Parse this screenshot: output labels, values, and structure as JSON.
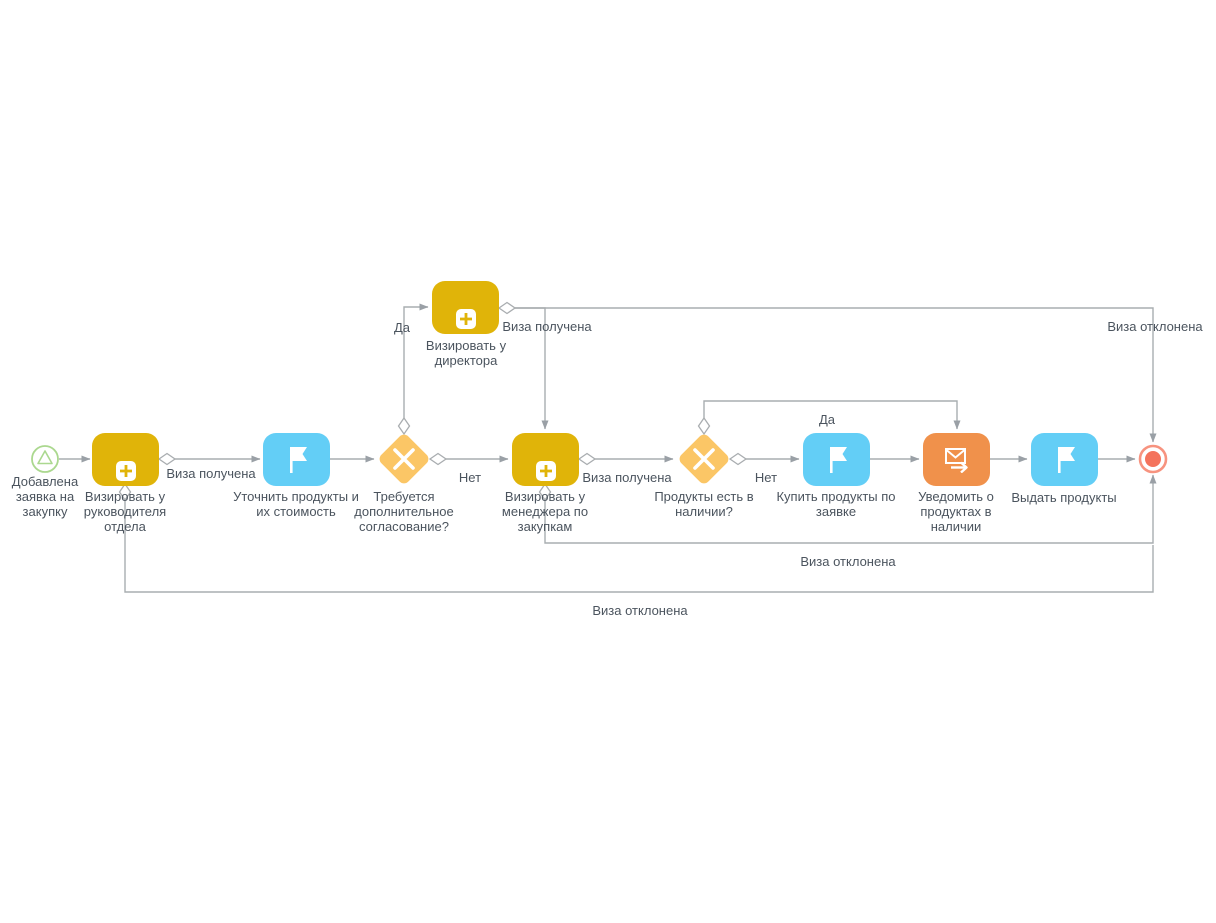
{
  "diagram": {
    "type": "bpmn-process",
    "nodes": {
      "start": {
        "label": "Добавлена заявка на закупку",
        "shape": "start-event"
      },
      "approve_head": {
        "label": "Визировать у руководителя отдела",
        "shape": "task",
        "icon": "plus-icon"
      },
      "clarify_products": {
        "label": "Уточнить продукты и их стоимость",
        "shape": "task",
        "icon": "flag-icon"
      },
      "need_approval_gw": {
        "label": "Требуется дополнительное согласование?",
        "shape": "exclusive-gateway"
      },
      "approve_director": {
        "label": "Визировать у директора",
        "shape": "task",
        "icon": "plus-icon"
      },
      "approve_manager": {
        "label": "Визировать у менеджера по закупкам",
        "shape": "task",
        "icon": "plus-icon"
      },
      "in_stock_gw": {
        "label": "Продукты есть в наличии?",
        "shape": "exclusive-gateway"
      },
      "buy_products": {
        "label": "Купить продукты по заявке",
        "shape": "task",
        "icon": "flag-icon"
      },
      "notify_products": {
        "label": "Уведомить о продуктах в наличии",
        "shape": "task",
        "icon": "send-mail-icon"
      },
      "issue_products": {
        "label": "Выдать продукты",
        "shape": "task",
        "icon": "flag-icon"
      },
      "end": {
        "label": "",
        "shape": "end-event"
      }
    },
    "edge_labels": {
      "visa_received_1": "Виза получена",
      "yes_1": "Да",
      "visa_received_2": "Виза получена",
      "visa_declined_top": "Виза отклонена",
      "no_1": "Нет",
      "visa_received_3": "Виза получена",
      "yes_2": "Да",
      "no_2": "Нет",
      "visa_declined_mid": "Виза отклонена",
      "visa_declined_bottom": "Виза отклонена"
    },
    "colors": {
      "task_yellow": "#e0b409",
      "task_blue": "#63cef6",
      "task_orange": "#f0914b",
      "gateway_orange": "#fbc666",
      "start_green": "#abd88f",
      "end_red": "#f4735c",
      "wire_gray": "#a9adb0",
      "label_text": "#4b545e"
    }
  }
}
